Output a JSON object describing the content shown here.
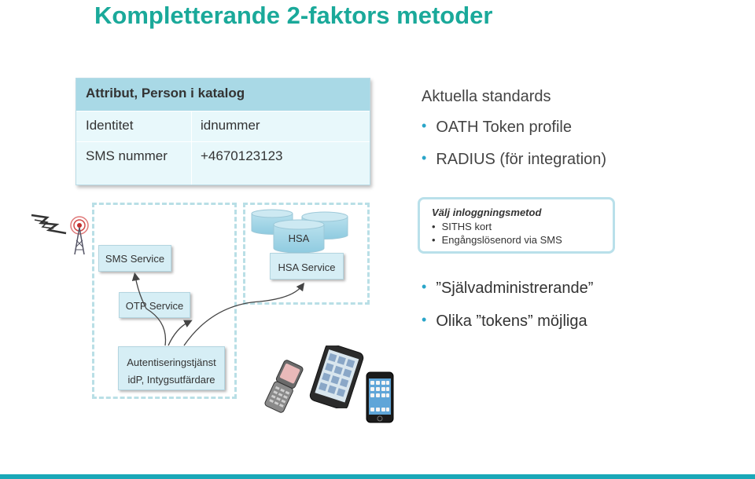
{
  "title": "Kompletterande 2-faktors metoder",
  "attr_table": {
    "header": "Attribut, Person i katalog",
    "rows": [
      {
        "label": "Identitet",
        "value": "idnummer"
      },
      {
        "label": "SMS nummer",
        "value": "+4670123123"
      }
    ]
  },
  "standards": {
    "heading": "Aktuella standards",
    "items": [
      "OATH Token profile",
      "RADIUS (för integration)"
    ]
  },
  "services": {
    "sms": "SMS Service",
    "otp": "OTP Service",
    "hsa_db": "HSA",
    "hsa_service": "HSA Service",
    "auth_line1": "Autentiseringstjänst",
    "auth_line2": "idP, Intygsutfärdare"
  },
  "login": {
    "title": "Välj inloggningsmetod",
    "items": [
      "SITHS kort",
      "Engångslösenord via SMS"
    ]
  },
  "features": [
    "”Självadministrerande”",
    "Olika ”tokens” möjliga"
  ],
  "icons": [
    "lightning-icon",
    "radio-tower-icon",
    "database-icon",
    "flip-phone-icon",
    "smartphone-icon",
    "iphone-icon"
  ],
  "colors": {
    "accent": "#1aa99a",
    "bullet": "#2aa5c9",
    "table_header": "#a9d9e6",
    "table_body": "#e8f8fb",
    "dash": "#b9dfe6"
  }
}
